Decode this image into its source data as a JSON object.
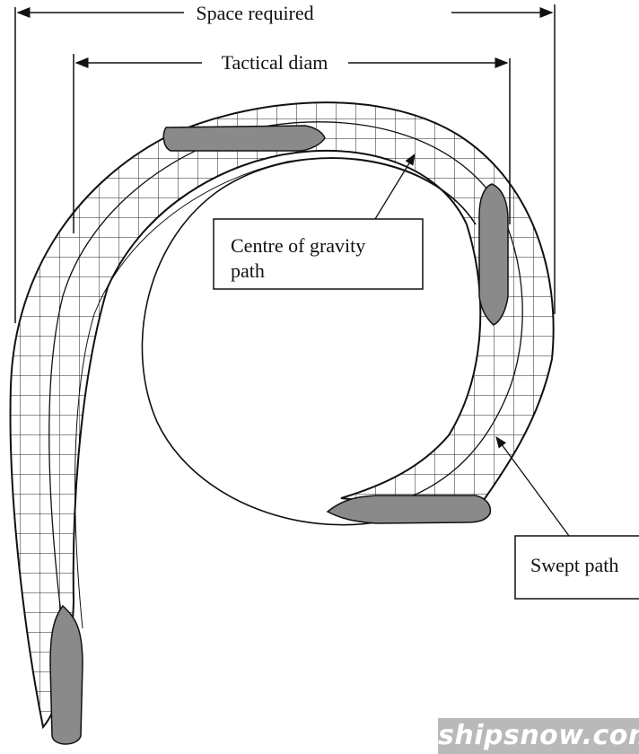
{
  "dimensions": {
    "space_required": "Space required",
    "tactical_diameter": "Tactical diam"
  },
  "callouts": {
    "cog_path_line1": "Centre of gravity",
    "cog_path_line2": "path",
    "swept_path": "Swept path"
  },
  "watermark": "shipsnow.com",
  "colors": {
    "line": "#111111",
    "hull_fill": "#8a8a8a",
    "grid": "#222222",
    "watermark_bg": "#b9b9b9"
  }
}
